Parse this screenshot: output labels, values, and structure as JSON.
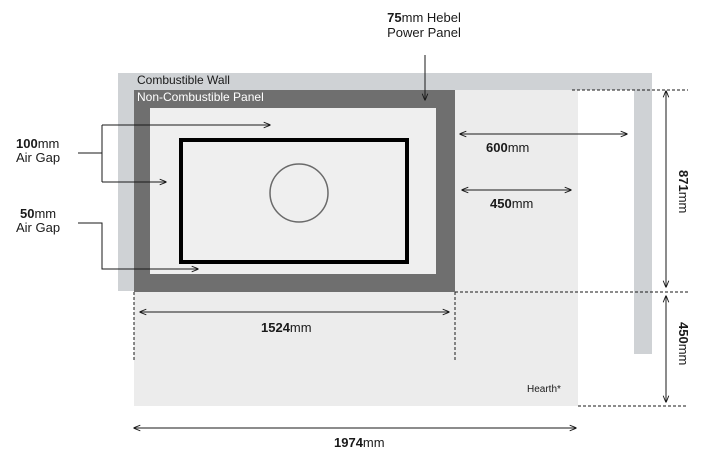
{
  "colors": {
    "wall": "#cfd2d5",
    "panel": "#6f6f6f",
    "hearth": "#ececec",
    "inner_gap": "#efefef",
    "fireplace_stroke": "#000000",
    "circle_stroke": "#6a6a6a",
    "line": "#1a1a1a"
  },
  "labels": {
    "hebel_num": "75",
    "hebel_unit": "mm Hebel",
    "hebel_line2": "Power Panel",
    "combustible_wall": "Combustible Wall",
    "noncomb_panel": "Non-Combustible Panel",
    "gap100_num": "100",
    "gap100_unit": "mm",
    "gap100_line2": "Air Gap",
    "gap50_num": "50",
    "gap50_unit": "mm",
    "gap50_line2": "Air Gap",
    "dim600_num": "600",
    "dim600_unit": "mm",
    "dim450h_num": "450",
    "dim450h_unit": "mm",
    "dim871_num": "871",
    "dim871_unit": "mm",
    "dim450v_num": "450",
    "dim450v_unit": "mm",
    "dim1524_num": "1524",
    "dim1524_unit": "mm",
    "dim1974_num": "1974",
    "dim1974_unit": "mm",
    "hearth": "Hearth*"
  }
}
